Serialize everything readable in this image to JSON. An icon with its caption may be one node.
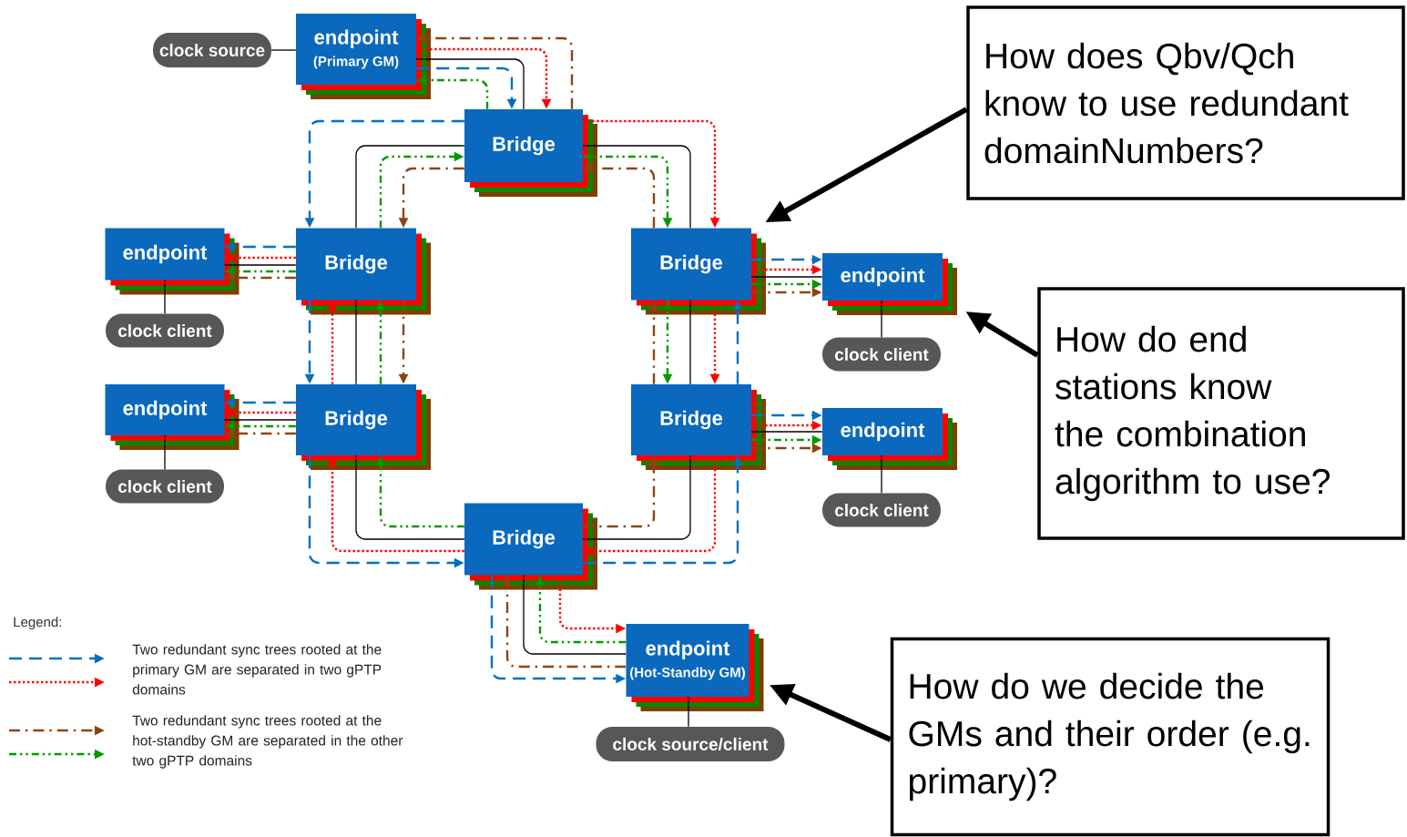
{
  "diagram": {
    "nodes": [
      {
        "text": [
          "clock source"
        ]
      },
      {
        "text": [
          "endpoint",
          "(Primary GM)"
        ]
      },
      {
        "text": [
          "Bridge"
        ]
      },
      {
        "text": [
          "Bridge"
        ]
      },
      {
        "text": [
          "Bridge"
        ]
      },
      {
        "text": [
          "endpoint"
        ]
      },
      {
        "text": [
          "clock client"
        ]
      },
      {
        "text": [
          "endpoint"
        ]
      },
      {
        "text": [
          "clock client"
        ]
      },
      {
        "text": [
          "Bridge"
        ]
      },
      {
        "text": [
          "Bridge"
        ]
      },
      {
        "text": [
          "endpoint"
        ]
      },
      {
        "text": [
          "clock client"
        ]
      },
      {
        "text": [
          "endpoint"
        ]
      },
      {
        "text": [
          "clock client"
        ]
      },
      {
        "text": [
          "Bridge"
        ]
      },
      {
        "text": [
          "endpoint",
          "(Hot-Standby GM)"
        ]
      },
      {
        "text": [
          "clock source/client"
        ]
      },
      {
        "text": [
          "How does Qbv/Qch know to use redundant domainNumbers?"
        ]
      },
      {
        "text": [
          "How do end stations know the combination algorithm to use?"
        ]
      },
      {
        "text": [
          "How do we decide the GMs and their order (e.g. primary)?"
        ]
      }
    ],
    "edges": [
      {
        "from": 0,
        "to": 1,
        "arrow": "none"
      },
      {
        "from": 1,
        "to": 2,
        "arrow": "to",
        "style": "dashed",
        "color": "#0070c0"
      },
      {
        "from": 1,
        "to": 2,
        "arrow": "to",
        "style": "dashed",
        "color": "#ff0000"
      },
      {
        "from": 2,
        "to": 1,
        "arrow": "to",
        "style": "dashed",
        "color": "#009900"
      },
      {
        "from": 2,
        "to": 1,
        "arrow": "to",
        "style": "dashed",
        "color": "#8b4513"
      },
      {
        "from": 1,
        "to": 2,
        "arrow": "none"
      },
      {
        "from": 2,
        "to": 3,
        "arrow": "to",
        "style": "dashed",
        "color": "#0070c0"
      },
      {
        "from": 3,
        "to": 2,
        "arrow": "to",
        "style": "dashed",
        "color": "#009900"
      },
      {
        "from": 2,
        "to": 3,
        "arrow": "to",
        "style": "dashed",
        "color": "#8b4513"
      },
      {
        "from": 2,
        "to": 3,
        "arrow": "none"
      },
      {
        "from": 2,
        "to": 4,
        "arrow": "to",
        "style": "dashed",
        "color": "#ff0000"
      },
      {
        "from": 2,
        "to": 4,
        "arrow": "to",
        "style": "dashed",
        "color": "#009900"
      },
      {
        "from": 4,
        "to": 2,
        "arrow": "to",
        "style": "dashed",
        "color": "#8b4513"
      },
      {
        "from": 2,
        "to": 4,
        "arrow": "none"
      },
      {
        "from": 3,
        "to": 5,
        "arrow": "to",
        "style": "dashed",
        "color": "#0070c0"
      },
      {
        "from": 3,
        "to": 5,
        "arrow": "to",
        "style": "dashed",
        "color": "#ff0000"
      },
      {
        "from": 3,
        "to": 5,
        "arrow": "none"
      },
      {
        "from": 3,
        "to": 5,
        "arrow": "to",
        "style": "dashed",
        "color": "#009900"
      },
      {
        "from": 3,
        "to": 5,
        "arrow": "to",
        "style": "dashed",
        "color": "#8b4513"
      },
      {
        "from": 3,
        "to": 9,
        "arrow": "to",
        "style": "dashed",
        "color": "#0070c0"
      },
      {
        "from": 9,
        "to": 3,
        "arrow": "to",
        "style": "dashed",
        "color": "#ff0000"
      },
      {
        "from": 3,
        "to": 9,
        "arrow": "none"
      },
      {
        "from": 9,
        "to": 3,
        "arrow": "to",
        "style": "dashed",
        "color": "#009900"
      },
      {
        "from": 3,
        "to": 9,
        "arrow": "to",
        "style": "dashed",
        "color": "#8b4513"
      },
      {
        "from": 4,
        "to": 7,
        "arrow": "to",
        "style": "dashed",
        "color": "#0070c0"
      },
      {
        "from": 4,
        "to": 7,
        "arrow": "to",
        "style": "dashed",
        "color": "#ff0000"
      },
      {
        "from": 4,
        "to": 7,
        "arrow": "none"
      },
      {
        "from": 4,
        "to": 7,
        "arrow": "to",
        "style": "dashed",
        "color": "#009900"
      },
      {
        "from": 4,
        "to": 7,
        "arrow": "to",
        "style": "dashed",
        "color": "#8b4513"
      },
      {
        "from": 10,
        "to": 4,
        "arrow": "to",
        "style": "dashed",
        "color": "#8b4513"
      },
      {
        "from": 4,
        "to": 10,
        "arrow": "to",
        "style": "dashed",
        "color": "#009900"
      },
      {
        "from": 4,
        "to": 10,
        "arrow": "none"
      },
      {
        "from": 4,
        "to": 10,
        "arrow": "to",
        "style": "dashed",
        "color": "#ff0000"
      },
      {
        "from": 10,
        "to": 4,
        "arrow": "to",
        "style": "dashed",
        "color": "#0070c0"
      },
      {
        "from": 9,
        "to": 11,
        "arrow": "to",
        "style": "dashed",
        "color": "#0070c0"
      },
      {
        "from": 9,
        "to": 11,
        "arrow": "to",
        "style": "dashed",
        "color": "#ff0000"
      },
      {
        "from": 9,
        "to": 11,
        "arrow": "none"
      },
      {
        "from": 9,
        "to": 11,
        "arrow": "to",
        "style": "dashed",
        "color": "#009900"
      },
      {
        "from": 9,
        "to": 11,
        "arrow": "to",
        "style": "dashed",
        "color": "#8b4513"
      },
      {
        "from": 10,
        "to": 13,
        "arrow": "to",
        "style": "dashed",
        "color": "#0070c0"
      },
      {
        "from": 10,
        "to": 13,
        "arrow": "to",
        "style": "dashed",
        "color": "#ff0000"
      },
      {
        "from": 10,
        "to": 13,
        "arrow": "none"
      },
      {
        "from": 10,
        "to": 13,
        "arrow": "to",
        "style": "dashed",
        "color": "#009900"
      },
      {
        "from": 10,
        "to": 13,
        "arrow": "to",
        "style": "dashed",
        "color": "#8b4513"
      },
      {
        "from": 9,
        "to": 15,
        "arrow": "to",
        "style": "dashed",
        "color": "#0070c0"
      },
      {
        "from": 15,
        "to": 9,
        "arrow": "to",
        "style": "dashed",
        "color": "#ff0000"
      },
      {
        "from": 9,
        "to": 15,
        "arrow": "none"
      },
      {
        "from": 15,
        "to": 9,
        "arrow": "to",
        "style": "dashed",
        "color": "#009900"
      },
      {
        "from": 15,
        "to": 10,
        "arrow": "to",
        "style": "dashed",
        "color": "#0070c0"
      },
      {
        "from": 10,
        "to": 15,
        "arrow": "to",
        "style": "dashed",
        "color": "#ff0000"
      },
      {
        "from": 10,
        "to": 15,
        "arrow": "none"
      },
      {
        "from": 15,
        "to": 10,
        "arrow": "to",
        "style": "dashed",
        "color": "#8b4513"
      },
      {
        "from": 15,
        "to": 16,
        "arrow": "to",
        "style": "dashed",
        "color": "#0070c0"
      },
      {
        "from": 16,
        "to": 15,
        "arrow": "to",
        "style": "dashed",
        "color": "#8b4513"
      },
      {
        "from": 15,
        "to": 16,
        "arrow": "none"
      },
      {
        "from": 16,
        "to": 15,
        "arrow": "to",
        "style": "dashed",
        "color": "#009900"
      },
      {
        "from": 15,
        "to": 16,
        "arrow": "to",
        "style": "dashed",
        "color": "#ff0000"
      },
      {
        "from": 5,
        "to": 6,
        "arrow": "none"
      },
      {
        "from": 7,
        "to": 8,
        "arrow": "none"
      },
      {
        "from": 11,
        "to": 12,
        "arrow": "none"
      },
      {
        "from": 13,
        "to": 14,
        "arrow": "none"
      },
      {
        "from": 16,
        "to": 17,
        "arrow": "none"
      },
      {
        "from": 18,
        "to": 4,
        "arrow": "to",
        "style": "thick"
      },
      {
        "from": 19,
        "to": 7,
        "arrow": "to",
        "style": "thick"
      },
      {
        "from": 20,
        "to": 16,
        "arrow": "to",
        "style": "thick"
      }
    ],
    "labels": [
      "Legend:"
    ],
    "legend": [
      {
        "text": "Two redundant sync trees rooted at the primary GM are separated in two gPTP domains"
      },
      {
        "text": "Two redundant sync trees rooted at the hot-standby GM are separated in the other two gPTP domains"
      }
    ]
  }
}
